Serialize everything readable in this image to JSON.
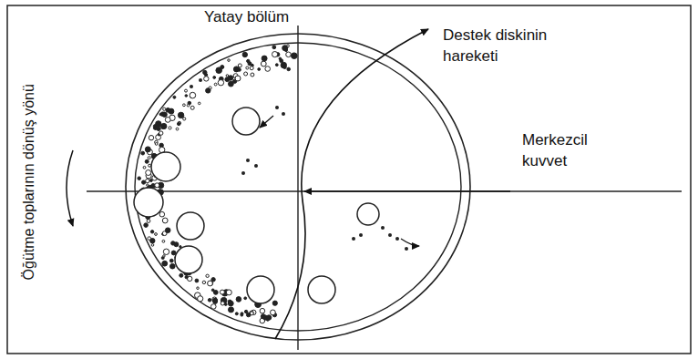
{
  "diagram": {
    "labels": [
      "Yatay bölüm",
      "Destek diskinin hareketi",
      "Merkezcil kuvvet",
      "Öğütme toplarının dönüş yönü"
    ]
  }
}
